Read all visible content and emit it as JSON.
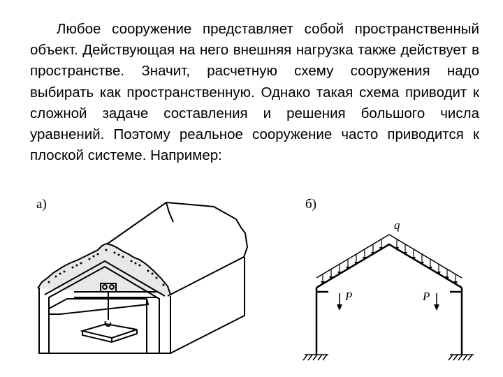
{
  "text": {
    "paragraph": "Любое сооружение представляет собой пространственный объект. Действующая на него внешняя нагрузка также действует в пространстве. Значит, расчетную схему сооружения надо выбирать как пространственную. Однако такая схема приводит к сложной задаче составления и решения большого числа уравнений. Поэтому реальное сооружение часто приводится к плоской системе. Например:"
  },
  "figures": {
    "a": {
      "label": "а)"
    },
    "b": {
      "label": "б)",
      "load_label": "q",
      "force_left": "P",
      "force_right": "P"
    }
  }
}
